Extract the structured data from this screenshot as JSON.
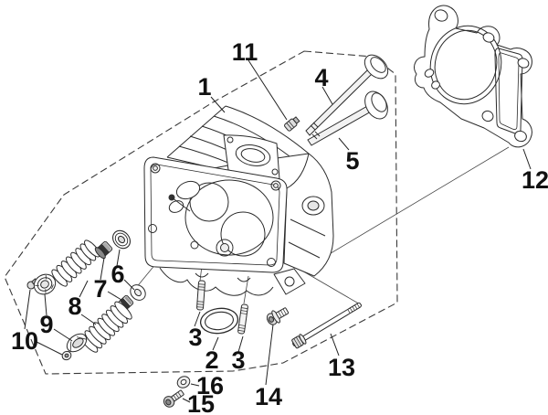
{
  "figure": {
    "type": "exploded-parts-diagram",
    "subject": "cylinder-head-assembly",
    "background": "#ffffff"
  },
  "colors": {
    "line": "#2b2b2b",
    "thin_line": "#444444",
    "label": "#111111",
    "border_dash": "#3a3a3a",
    "seal_dark": "#333333",
    "shade_light": "#e6e6e6",
    "shade_mid": "#bbbbbb"
  },
  "callouts": [
    {
      "ref": "cylinder-head",
      "text": "1"
    },
    {
      "ref": "adjuster-plug",
      "text": "11"
    },
    {
      "ref": "valve-intake",
      "text": "4"
    },
    {
      "ref": "valve-exhaust",
      "text": "5"
    },
    {
      "ref": "head-gasket",
      "text": "12"
    },
    {
      "ref": "spring-seat-washer",
      "text": "6"
    },
    {
      "ref": "valve-stem-seal",
      "text": "7"
    },
    {
      "ref": "valve-spring",
      "text": "8"
    },
    {
      "ref": "spring-retainer",
      "text": "9"
    },
    {
      "ref": "valve-cotters",
      "text": "10"
    },
    {
      "ref": "stud-short-a",
      "text": "3"
    },
    {
      "ref": "o-ring",
      "text": "2"
    },
    {
      "ref": "stud-short-b",
      "text": "3"
    },
    {
      "ref": "stud-long",
      "text": "13"
    },
    {
      "ref": "flange-bolt",
      "text": "14"
    },
    {
      "ref": "washer-small",
      "text": "16"
    },
    {
      "ref": "socket-screw",
      "text": "15"
    }
  ]
}
